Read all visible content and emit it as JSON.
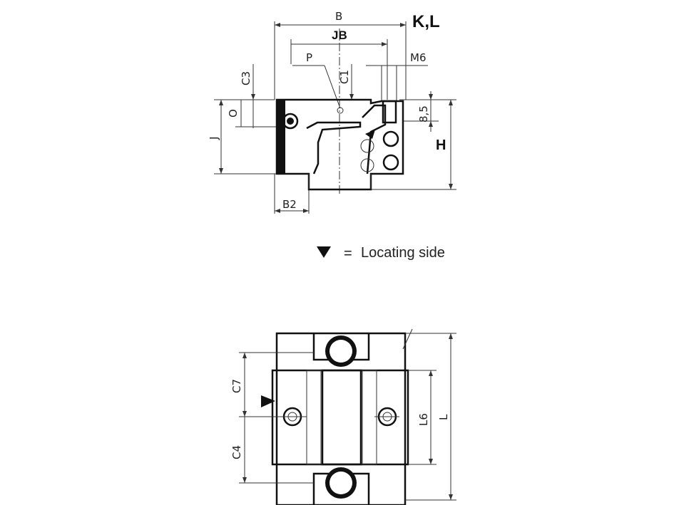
{
  "top_view": {
    "labels": {
      "b": "B",
      "kl": "K,L",
      "jb": "JB",
      "p": "P",
      "c1": "C1",
      "c3": "C3",
      "m6": "M6",
      "o": "O",
      "j": "J",
      "h": "H",
      "h_dim": "8,5",
      "b2": "B2"
    }
  },
  "legend": {
    "equals": "=",
    "text": "Locating side"
  },
  "bottom_view": {
    "labels": {
      "c7": "C7",
      "c4": "C4",
      "l6": "L6",
      "l": "L"
    }
  },
  "colors": {
    "line": "#333333",
    "fill_dark": "#111111",
    "fill_light": "#ffffff"
  }
}
